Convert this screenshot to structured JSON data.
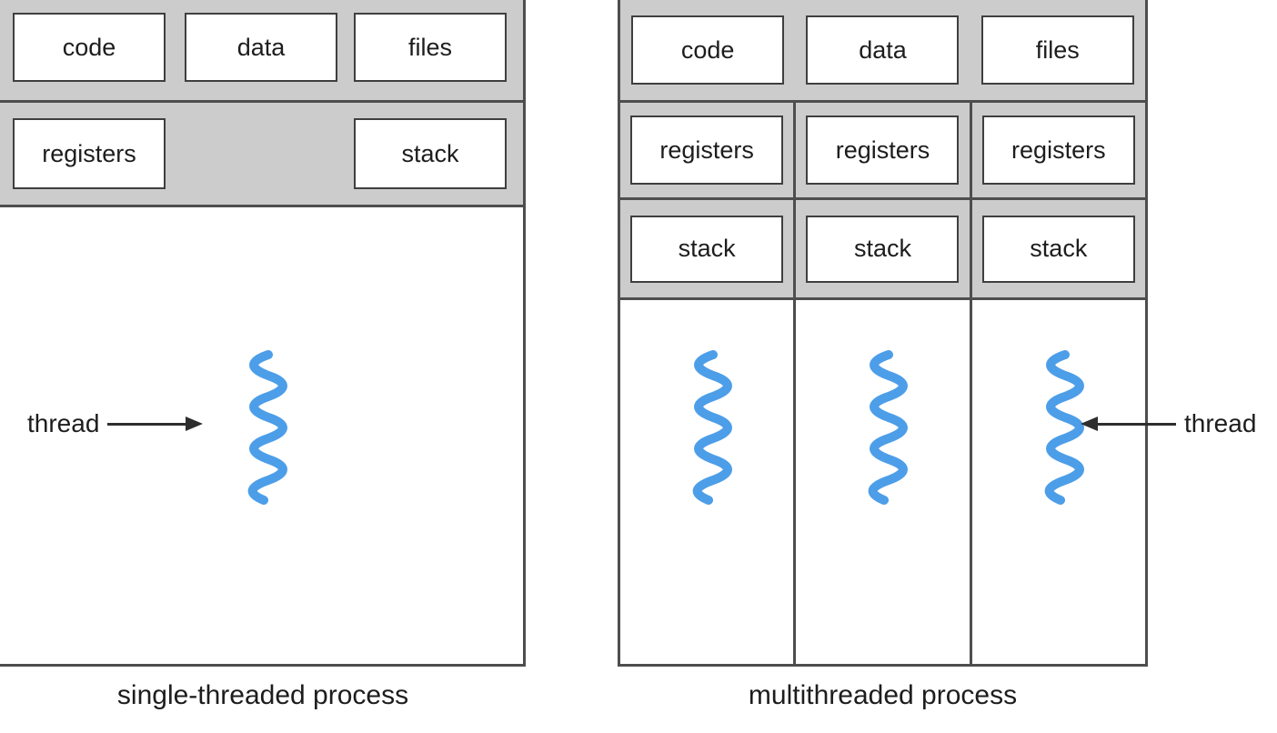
{
  "single": {
    "boxes_top": [
      "code",
      "data",
      "files"
    ],
    "box_registers": "registers",
    "box_stack": "stack",
    "thread_label": "thread",
    "caption": "single-threaded process"
  },
  "multi": {
    "boxes_top": [
      "code",
      "data",
      "files"
    ],
    "registers_row": [
      "registers",
      "registers",
      "registers"
    ],
    "stack_row": [
      "stack",
      "stack",
      "stack"
    ],
    "thread_label": "thread",
    "caption": "multithreaded process"
  },
  "colors": {
    "shared_band_gray": "#cccccd",
    "structure_border": "#4e4e4e",
    "box_border": "#3f3f3f",
    "text": "#1d1d1d",
    "thread_blue": "#4d9ee8"
  }
}
